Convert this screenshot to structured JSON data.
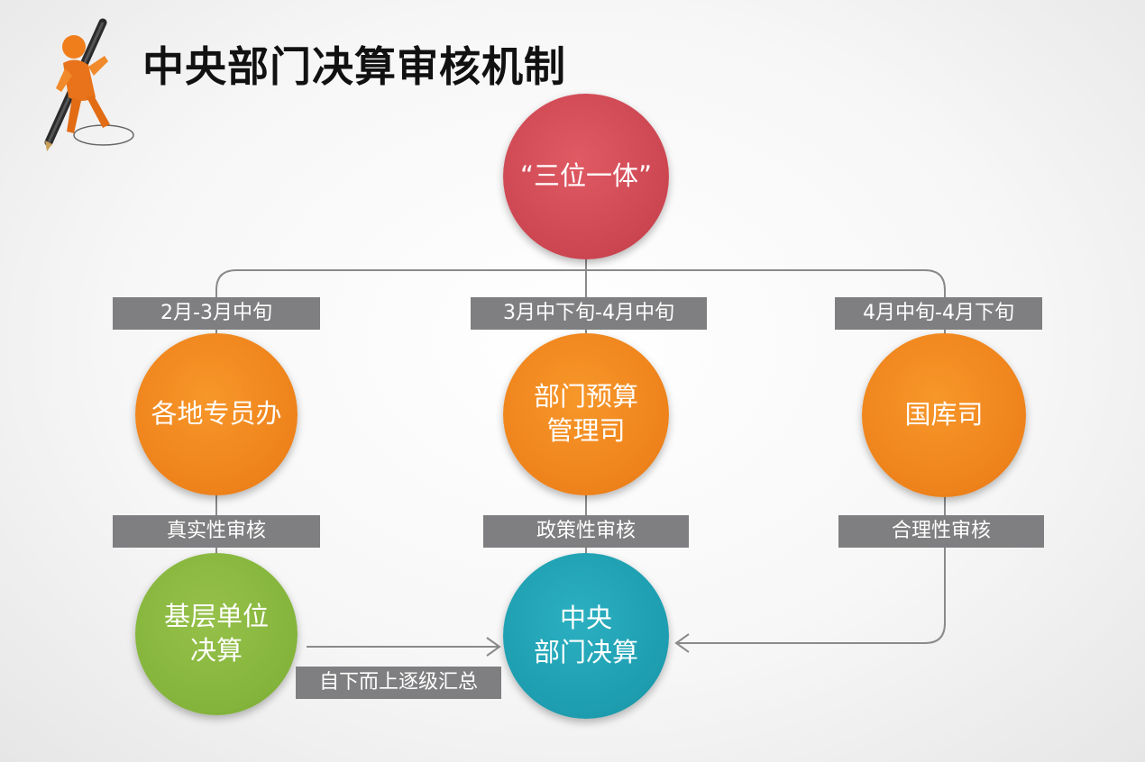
{
  "title": "中央部门决算审核机制",
  "nodes": {
    "top": "“三位一体”",
    "left": "各地专员办",
    "middle": "部门预算\n管理司",
    "right": "国库司",
    "bottom_left": "基层单位\n决算",
    "bottom_center": "中央\n部门决算"
  },
  "periods": {
    "left": "2月-3月中旬",
    "middle": "3月中下旬-4月中旬",
    "right": "4月中旬-4月下旬"
  },
  "reviews": {
    "left": "真实性审核",
    "middle": "政策性审核",
    "right": "合理性审核"
  },
  "flow_note": "自下而上逐级汇总",
  "colors": {
    "red": "#cc4651",
    "orange": "#ee821b",
    "green": "#84b43b",
    "teal": "#1d9daf",
    "label_gray": "#7f7f81",
    "line_gray": "#8a8a8a"
  },
  "icons": {
    "logo": "pencil-figure-icon"
  }
}
